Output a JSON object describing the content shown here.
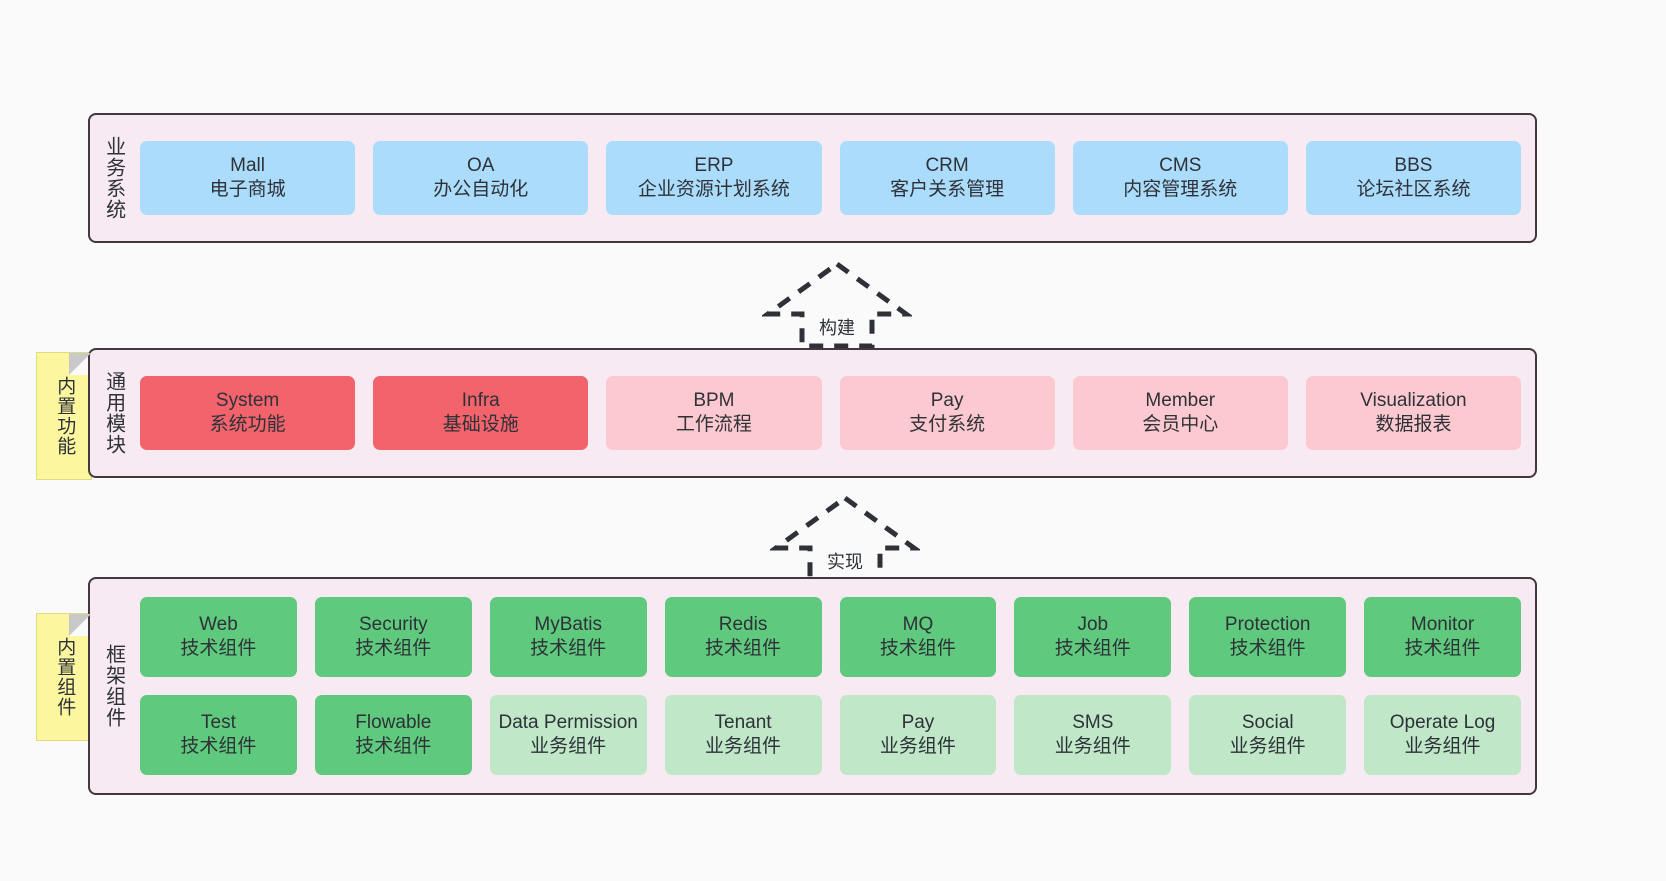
{
  "diagram": {
    "title": "Layered system architecture diagram",
    "background_color": "#FAFAFA",
    "layer_fill": "#F8EAF3",
    "layer_border": "#42383E",
    "note_fill": "#FCF79F"
  },
  "notes": [
    {
      "label": "内置功能",
      "attached_to": "common-modules"
    },
    {
      "label": "内置组件",
      "attached_to": "framework-components"
    }
  ],
  "connectors": [
    {
      "label": "构建",
      "direction": "up",
      "style": "dashed-block-arrow",
      "from": "common-modules",
      "to": "business-systems"
    },
    {
      "label": "实现",
      "direction": "up",
      "style": "dashed-block-arrow",
      "from": "framework-components",
      "to": "common-modules"
    }
  ],
  "layers": [
    {
      "id": "business-systems",
      "title": "业务系统",
      "rows": [
        [
          {
            "en": "Mall",
            "cn": "电子商城",
            "color": "#ACDCFB",
            "tone": "blue"
          },
          {
            "en": "OA",
            "cn": "办公自动化",
            "color": "#ACDCFB",
            "tone": "blue"
          },
          {
            "en": "ERP",
            "cn": "企业资源计划系统",
            "color": "#ACDCFB",
            "tone": "blue"
          },
          {
            "en": "CRM",
            "cn": "客户关系管理",
            "color": "#ACDCFB",
            "tone": "blue"
          },
          {
            "en": "CMS",
            "cn": "内容管理系统",
            "color": "#ACDCFB",
            "tone": "blue"
          },
          {
            "en": "BBS",
            "cn": "论坛社区系统",
            "color": "#ACDCFB",
            "tone": "blue"
          }
        ]
      ]
    },
    {
      "id": "common-modules",
      "title": "通用模块",
      "rows": [
        [
          {
            "en": "System",
            "cn": "系统功能",
            "color": "#F2636B",
            "tone": "red"
          },
          {
            "en": "Infra",
            "cn": "基础设施",
            "color": "#F2636B",
            "tone": "red"
          },
          {
            "en": "BPM",
            "cn": "工作流程",
            "color": "#FBC9CF",
            "tone": "pink"
          },
          {
            "en": "Pay",
            "cn": "支付系统",
            "color": "#FBC9CF",
            "tone": "pink"
          },
          {
            "en": "Member",
            "cn": "会员中心",
            "color": "#FBC9CF",
            "tone": "pink"
          },
          {
            "en": "Visualization",
            "cn": "数据报表",
            "color": "#FBC9CF",
            "tone": "pink"
          }
        ]
      ]
    },
    {
      "id": "framework-components",
      "title": "框架组件",
      "rows": [
        [
          {
            "en": "Web",
            "cn": "技术组件",
            "color": "#5FC97D",
            "tone": "green"
          },
          {
            "en": "Security",
            "cn": "技术组件",
            "color": "#5FC97D",
            "tone": "green"
          },
          {
            "en": "MyBatis",
            "cn": "技术组件",
            "color": "#5FC97D",
            "tone": "green"
          },
          {
            "en": "Redis",
            "cn": "技术组件",
            "color": "#5FC97D",
            "tone": "green"
          },
          {
            "en": "MQ",
            "cn": "技术组件",
            "color": "#5FC97D",
            "tone": "green"
          },
          {
            "en": "Job",
            "cn": "技术组件",
            "color": "#5FC97D",
            "tone": "green"
          },
          {
            "en": "Protection",
            "cn": "技术组件",
            "color": "#5FC97D",
            "tone": "green"
          },
          {
            "en": "Monitor",
            "cn": "技术组件",
            "color": "#5FC97D",
            "tone": "green"
          }
        ],
        [
          {
            "en": "Test",
            "cn": "技术组件",
            "color": "#5FC97D",
            "tone": "green"
          },
          {
            "en": "Flowable",
            "cn": "技术组件",
            "color": "#5FC97D",
            "tone": "green"
          },
          {
            "en": "Data Permission",
            "cn": "业务组件",
            "color": "#BFE7C8",
            "tone": "lightgreen"
          },
          {
            "en": "Tenant",
            "cn": "业务组件",
            "color": "#BFE7C8",
            "tone": "lightgreen"
          },
          {
            "en": "Pay",
            "cn": "业务组件",
            "color": "#BFE7C8",
            "tone": "lightgreen"
          },
          {
            "en": "SMS",
            "cn": "业务组件",
            "color": "#BFE7C8",
            "tone": "lightgreen"
          },
          {
            "en": "Social",
            "cn": "业务组件",
            "color": "#BFE7C8",
            "tone": "lightgreen"
          },
          {
            "en": "Operate Log",
            "cn": "业务组件",
            "color": "#BFE7C8",
            "tone": "lightgreen"
          }
        ]
      ]
    }
  ]
}
